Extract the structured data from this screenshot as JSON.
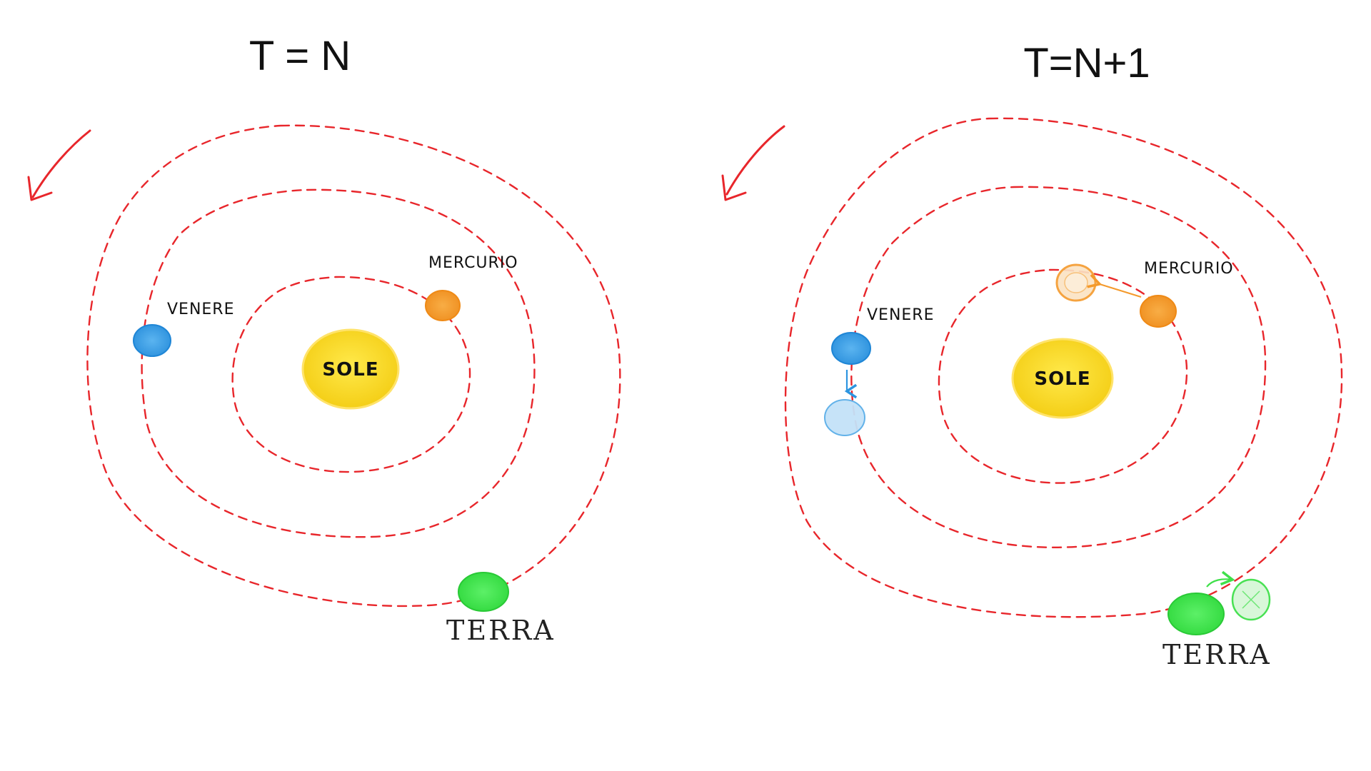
{
  "panels": [
    {
      "title": "T = N",
      "sun_label": "SOLE",
      "mercury_label": "MERCURIO",
      "venus_label": "VENERE",
      "earth_label": "TERRA"
    },
    {
      "title": "T=N+1",
      "sun_label": "SOLE",
      "mercury_label": "MERCURIO",
      "venus_label": "VENERE",
      "earth_label": "TERRA"
    }
  ],
  "colors": {
    "orbit": "#e8262b",
    "sun": "#f7d21a",
    "mercury": "#f49a2c",
    "venus": "#2d95e0",
    "earth": "#3fe04a"
  }
}
